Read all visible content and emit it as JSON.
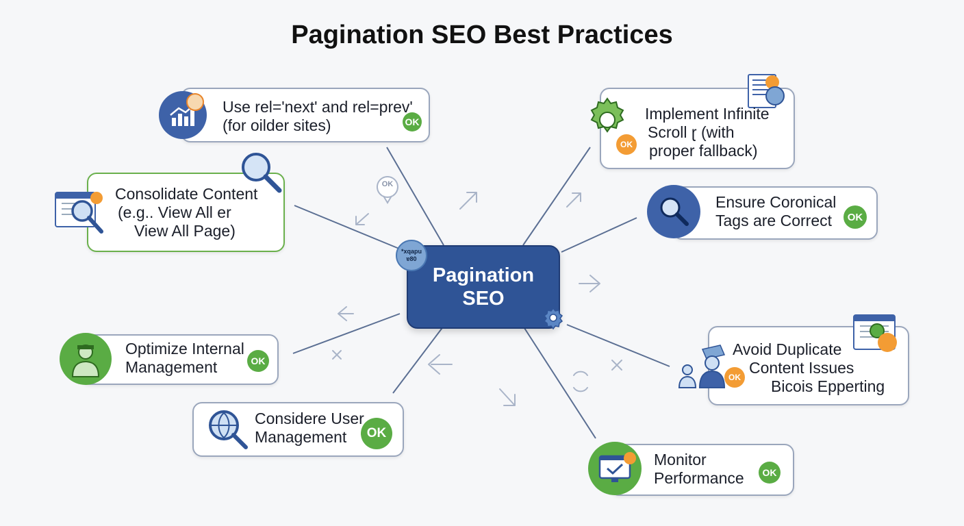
{
  "title": "Pagination SEO Best Practices",
  "center": {
    "line1": "Pagination",
    "line2": "SEO",
    "badge_line1": "*xqapu",
    "badge_line2": "ɐ80"
  },
  "ok_label": "OK",
  "nodes": [
    {
      "lines": [
        "Use rel='next' and rel=prev'",
        "(for oilder sites)"
      ],
      "icon": "bar-chart-icon",
      "ok": "OK"
    },
    {
      "lines": [
        "Consolidate Content",
        "(e.g.. View All er",
        "View All Page)"
      ],
      "icon": "magnifier-icon",
      "ok": ""
    },
    {
      "lines": [
        "Optimize Internal",
        "Management"
      ],
      "icon": "person-icon",
      "ok": "OK"
    },
    {
      "lines": [
        "Considere User",
        "Management"
      ],
      "icon": "globe-search-icon",
      "ok": "OK"
    },
    {
      "lines": [
        "Implement Infinite",
        "Scroll ɽ (with",
        "proper fallback)"
      ],
      "icon": "gear-icon",
      "ok": "OK"
    },
    {
      "lines": [
        "Ensure Coronical",
        "Tags are Correct"
      ],
      "icon": "magnifier-icon",
      "ok": "OK"
    },
    {
      "lines": [
        "Avoid Duplicate",
        "Content Issues",
        "Bicois Epperting"
      ],
      "icon": "people-icon",
      "ok": "OK"
    },
    {
      "lines": [
        "Monitor",
        "Performance"
      ],
      "icon": "monitor-check-icon",
      "ok": "OK"
    }
  ],
  "decorations": {
    "speech_ok": "OK"
  },
  "colors": {
    "primary": "#2f5496",
    "ok_green": "#5aac44",
    "accent_orange": "#f39c34",
    "card_border": "#9aa6bc",
    "card_border_green": "#6ab04c"
  }
}
